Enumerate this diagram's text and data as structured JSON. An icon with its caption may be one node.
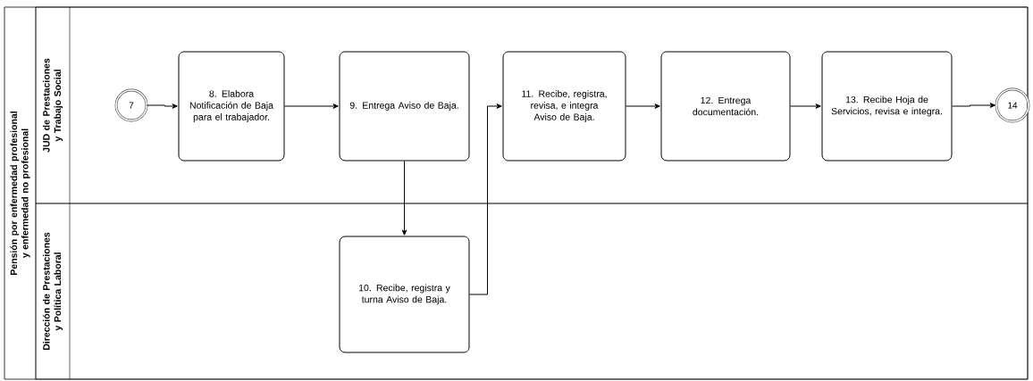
{
  "diagram": {
    "nodes": [
      {
        "text": [
          "Pensión por enfermedad profesional y enfermedad no profesional"
        ]
      },
      {
        "text": [
          "JUD de Prestaciones y Trabajo Social"
        ],
        "in": 0
      },
      {
        "text": [
          "Dirección de Prestaciones y Política Laboral"
        ],
        "in": 0
      },
      {
        "text": [
          "7"
        ],
        "in": 1
      },
      {
        "text": [
          "8. Elabora Notificación de Baja para el trabajador."
        ],
        "in": 1
      },
      {
        "text": [
          "9. Entrega Aviso de Baja."
        ],
        "in": 1
      },
      {
        "text": [
          "11. Recibe, registra, revisa, e integra Aviso de Baja."
        ],
        "in": 1
      },
      {
        "text": [
          "12. Entrega documentación."
        ],
        "in": 1
      },
      {
        "text": [
          "13. Recibe Hoja de Servicios, revisa e integra."
        ],
        "in": 1
      },
      {
        "text": [
          "14"
        ],
        "in": 1
      },
      {
        "text": [
          "10. Recibe, registra y turna Aviso de Baja."
        ],
        "in": 2
      }
    ],
    "edges": [
      {
        "from": 3,
        "to": 4,
        "arrow": "to"
      },
      {
        "from": 4,
        "to": 5,
        "arrow": "to"
      },
      {
        "from": 5,
        "to": 10,
        "arrow": "to"
      },
      {
        "from": 10,
        "to": 6,
        "arrow": "to"
      },
      {
        "from": 6,
        "to": 7,
        "arrow": "to"
      },
      {
        "from": 7,
        "to": 8,
        "arrow": "to"
      },
      {
        "from": 8,
        "to": 9,
        "arrow": "to"
      }
    ]
  }
}
